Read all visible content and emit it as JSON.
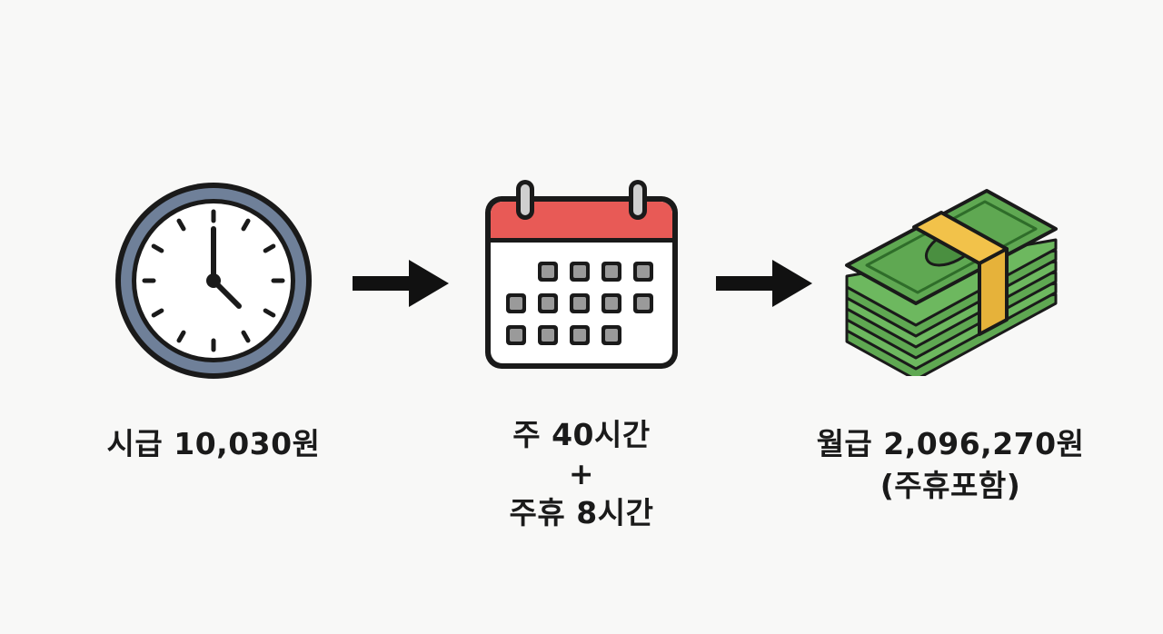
{
  "steps": [
    {
      "icon": "clock-icon",
      "lines": [
        "시급 10,030원"
      ]
    },
    {
      "icon": "calendar-icon",
      "lines": [
        "주 40시간",
        "+",
        "주휴 8시간"
      ]
    },
    {
      "icon": "money-stack-icon",
      "lines": [
        "월급 2,096,270원",
        "(주휴포함)"
      ]
    }
  ],
  "connectors": [
    "arrow-right-icon",
    "arrow-right-icon"
  ],
  "colors": {
    "background": "#f8f8f7",
    "clock_ring": "#6f8099",
    "calendar_header": "#e85a56",
    "money_green": "#5fa852",
    "money_band": "#f2c24a",
    "ink": "#1a1a1a"
  }
}
